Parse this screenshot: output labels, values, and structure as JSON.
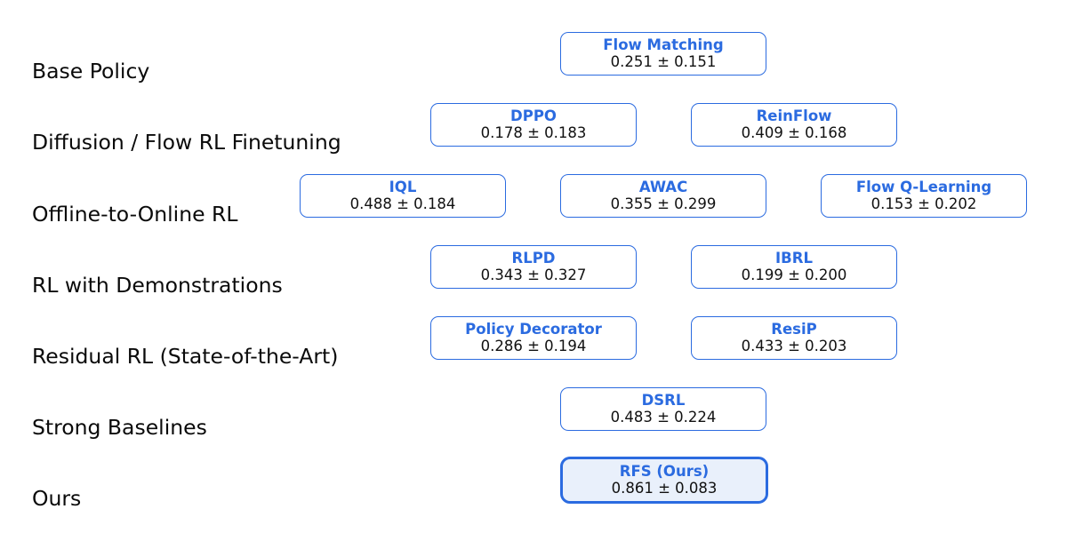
{
  "figure": {
    "background": "#ffffff",
    "accent": "#2b6be0",
    "highlight_fill": "#e9f0fb",
    "label_color": "#0a0a0a",
    "value_color": "#111111"
  },
  "rows": [
    {
      "label": "Base Policy",
      "boxes": [
        {
          "title": "Flow Matching",
          "value": "0.251 ± 0.151",
          "highlight": false
        }
      ]
    },
    {
      "label": "Diffusion / Flow RL Finetuning",
      "boxes": [
        {
          "title": "DPPO",
          "value": "0.178 ± 0.183",
          "highlight": false
        },
        {
          "title": "ReinFlow",
          "value": "0.409 ± 0.168",
          "highlight": false
        }
      ]
    },
    {
      "label": "Offline-to-Online RL",
      "boxes": [
        {
          "title": "IQL",
          "value": "0.488 ± 0.184",
          "highlight": false
        },
        {
          "title": "AWAC",
          "value": "0.355 ± 0.299",
          "highlight": false
        },
        {
          "title": "Flow Q-Learning",
          "value": "0.153 ± 0.202",
          "highlight": false
        }
      ]
    },
    {
      "label": "RL with Demonstrations",
      "boxes": [
        {
          "title": "RLPD",
          "value": "0.343 ± 0.327",
          "highlight": false
        },
        {
          "title": "IBRL",
          "value": "0.199 ± 0.200",
          "highlight": false
        }
      ]
    },
    {
      "label": "Residual RL (State-of-the-Art)",
      "boxes": [
        {
          "title": "Policy Decorator",
          "value": "0.286 ± 0.194",
          "highlight": false
        },
        {
          "title": "ResiP",
          "value": "0.433 ± 0.203",
          "highlight": false
        }
      ]
    },
    {
      "label": "Strong Baselines",
      "boxes": [
        {
          "title": "DSRL",
          "value": "0.483 ± 0.224",
          "highlight": false
        }
      ]
    },
    {
      "label": "Ours",
      "boxes": [
        {
          "title": "RFS (Ours)",
          "value": "0.861 ± 0.083",
          "highlight": true
        }
      ]
    }
  ]
}
